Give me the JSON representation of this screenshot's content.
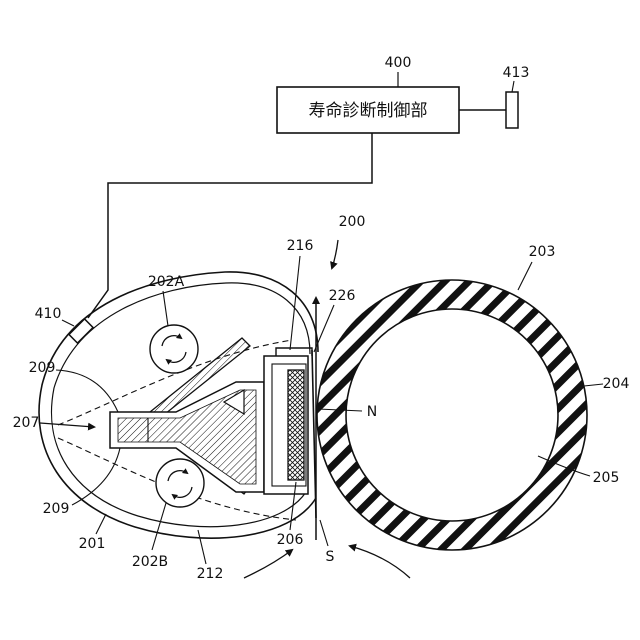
{
  "controller": {
    "ref": "400",
    "label": "寿命診断制御部"
  },
  "refs": {
    "r413": "413",
    "r200": "200",
    "r203": "203",
    "r216": "216",
    "r226": "226",
    "r202A": "202A",
    "r410": "410",
    "r209a": "209",
    "r207": "207",
    "r209b": "209",
    "r201": "201",
    "r202B": "202B",
    "r212": "212",
    "r206": "206",
    "rS": "S",
    "rN": "N",
    "r204": "204",
    "r205": "205"
  }
}
